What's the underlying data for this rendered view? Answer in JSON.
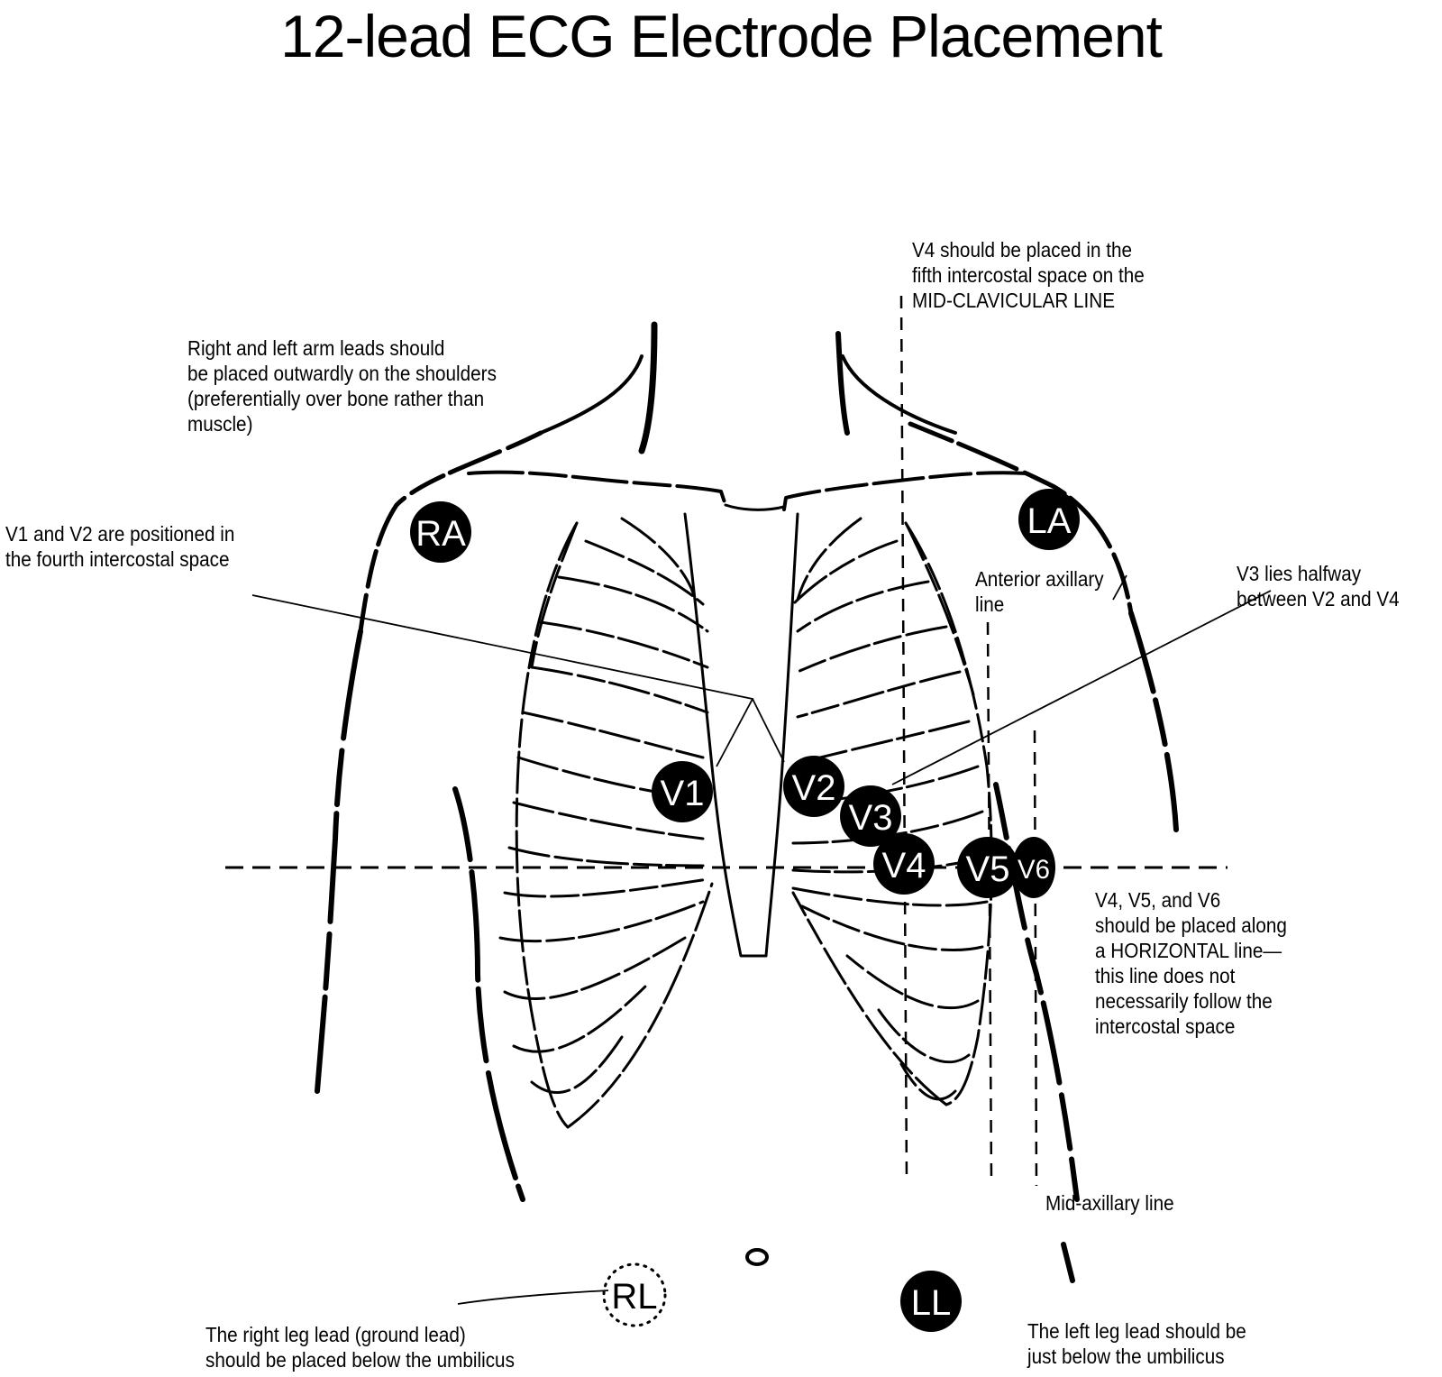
{
  "title": "12-lead ECG Electrode Placement",
  "notes": {
    "v4_placement": "V4 should be placed in the\nfifth intercostal space on the\nMID-CLAVICULAR LINE",
    "arm_leads": "Right and left arm leads should\nbe placed outwardly on the shoulders\n(preferentially over bone rather than\nmuscle)",
    "v1_v2": "V1 and V2 are positioned in\nthe fourth intercostal space",
    "anterior_axillary": "Anterior axillary\nline",
    "v3": "V3 lies halfway\nbetween V2 and V4",
    "horizontal": "V4, V5, and V6\nshould be placed along\na HORIZONTAL line—\nthis line does not\nnecessarily follow the\nintercostal space",
    "mid_axillary": "Mid-axillary line",
    "right_leg": "The right leg lead (ground lead)\nshould be placed below the umbilicus",
    "left_leg": "The left leg lead should be\njust below the umbilicus"
  },
  "electrodes": {
    "ra": "RA",
    "la": "LA",
    "v1": "V1",
    "v2": "V2",
    "v3": "V3",
    "v4": "V4",
    "v5": "V5",
    "v6": "V6",
    "rl": "RL",
    "ll": "LL"
  }
}
